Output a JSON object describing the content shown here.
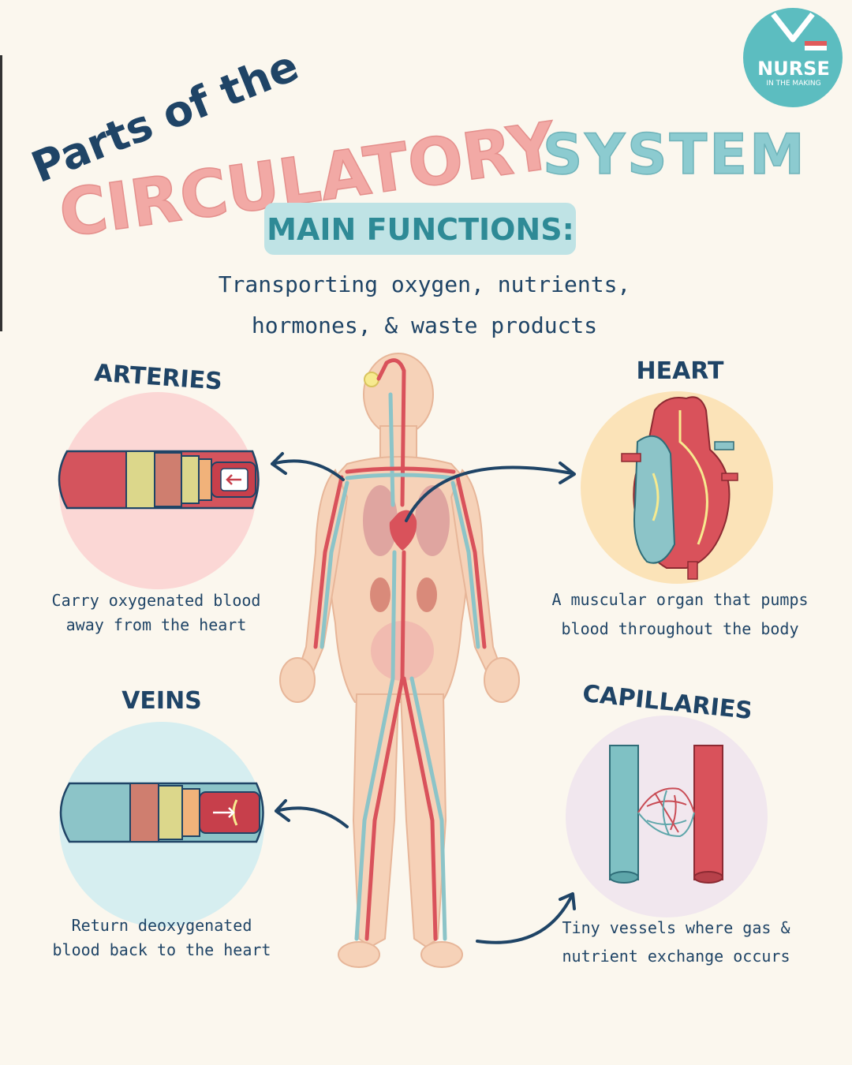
{
  "title": {
    "line1": "Parts of the",
    "circulatory": "CIRCULATORY",
    "system": "SYSTEM"
  },
  "logo": {
    "name": "NURSE",
    "tagline": "IN THE MAKING"
  },
  "functions": {
    "heading": "MAIN FUNCTIONS:",
    "line1": "Transporting oxygen, nutrients,",
    "line2": "hormones, & waste products"
  },
  "parts": {
    "arteries": {
      "label": "ARTERIES",
      "desc1": "Carry oxygenated blood",
      "desc2": "away from the heart"
    },
    "heart": {
      "label": "HEART",
      "desc1": "A muscular organ that pumps",
      "desc2": "blood throughout the body"
    },
    "veins": {
      "label": "VEINS",
      "desc1": "Return deoxygenated",
      "desc2": "blood back to the heart"
    },
    "capillaries": {
      "label": "CAPILLARIES",
      "desc1": "Tiny vessels where gas &",
      "desc2": "nutrient exchange occurs"
    }
  },
  "colors": {
    "navy": "#1f4466",
    "pink": "#f2a9a5",
    "teal": "#7cc3c8",
    "artery_red": "#d9525b",
    "vein_blue": "#8cc4c8",
    "skin": "#f6d2b8"
  }
}
